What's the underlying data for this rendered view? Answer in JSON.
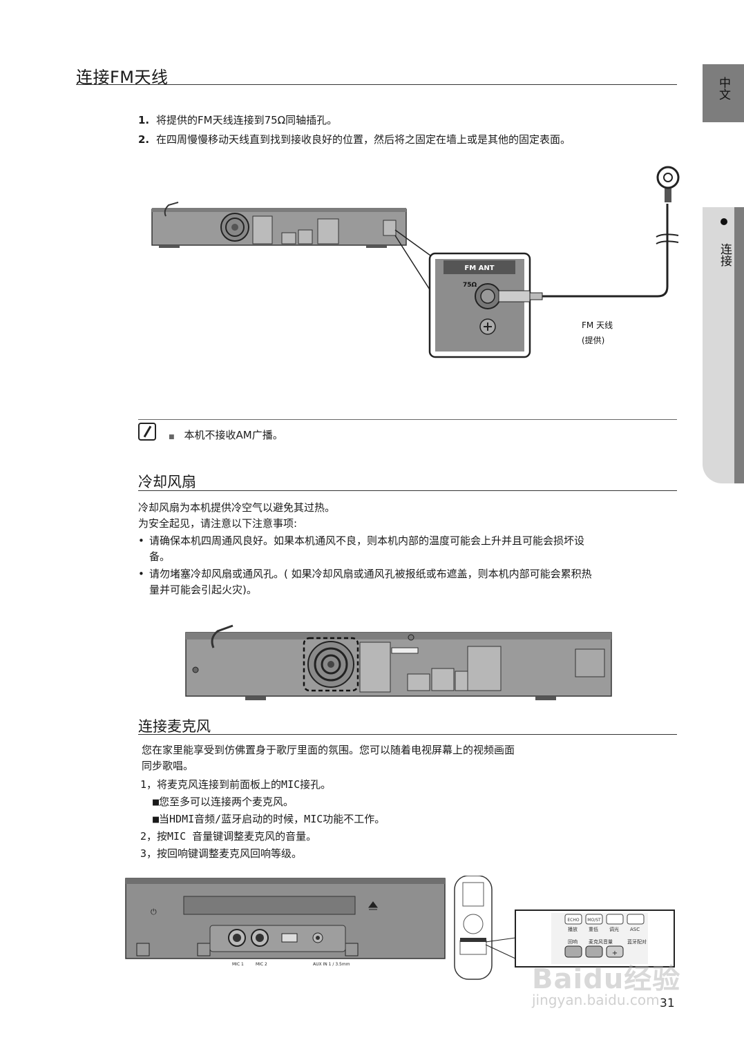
{
  "side_tabs": {
    "language": "中文",
    "section": "连接"
  },
  "fm": {
    "title": "连接FM天线",
    "steps": [
      {
        "num": "1.",
        "text": "将提供的FM天线连接到75Ω同轴插孔。"
      },
      {
        "num": "2.",
        "text": "在四周慢慢移动天线直到找到接收良好的位置，然后将之固定在墙上或是其他的固定表面。"
      }
    ],
    "panel_label": "FM ANT",
    "panel_ohm": "75Ω",
    "antenna_label": "FM 天线",
    "antenna_sub": "(提供)"
  },
  "note": {
    "bullet": "■",
    "text": "本机不接收AM广播。"
  },
  "fan": {
    "title": "冷却风扇",
    "intro": [
      "冷却风扇为本机提供冷空气以避免其过热。",
      "为安全起见，请注意以下注意事项:"
    ],
    "bullets": [
      {
        "line1": "请确保本机四周通风良好。如果本机通风不良，则本机内部的温度可能会上升并且可能会损坏设",
        "line2": "备。"
      },
      {
        "line1": "请勿堵塞冷却风扇或通风孔。( 如果冷却风扇或通风孔被报纸或布遮盖，则本机内部可能会累积热",
        "line2": "量并可能会引起火灾)。"
      }
    ]
  },
  "mic": {
    "title": "连接麦克风",
    "intro": [
      "您在家里能享受到仿佛置身于歌厅里面的氛围。您可以随着电视屏幕上的视频画面",
      "同步歌唱。"
    ],
    "lines": [
      "1，将麦克风连接到前面板上的MIC接孔。",
      "■您至多可以连接两个麦克风。",
      "■当HDMI音频/蓝牙启动的时候，MIC功能不工作。",
      "2，按MIC 音量键调整麦克风的音量。",
      "3，按回响键调整麦克风回响等级。"
    ],
    "front_labels": [
      "MIC 1",
      "MIC 2",
      "AUX IN 1 / 3.5mm"
    ],
    "remote_buttons": [
      "ECHO",
      "MO/ST",
      "",
      ""
    ],
    "remote_labels_row1": [
      "播放",
      "重低",
      "调光",
      "ASC"
    ],
    "remote_labels_row2": [
      "回响",
      "麦克风音量",
      "",
      "蓝牙配对"
    ]
  },
  "page_number": "31",
  "watermark": {
    "brand": "Baidu经验",
    "url": "jingyan.baidu.com"
  }
}
